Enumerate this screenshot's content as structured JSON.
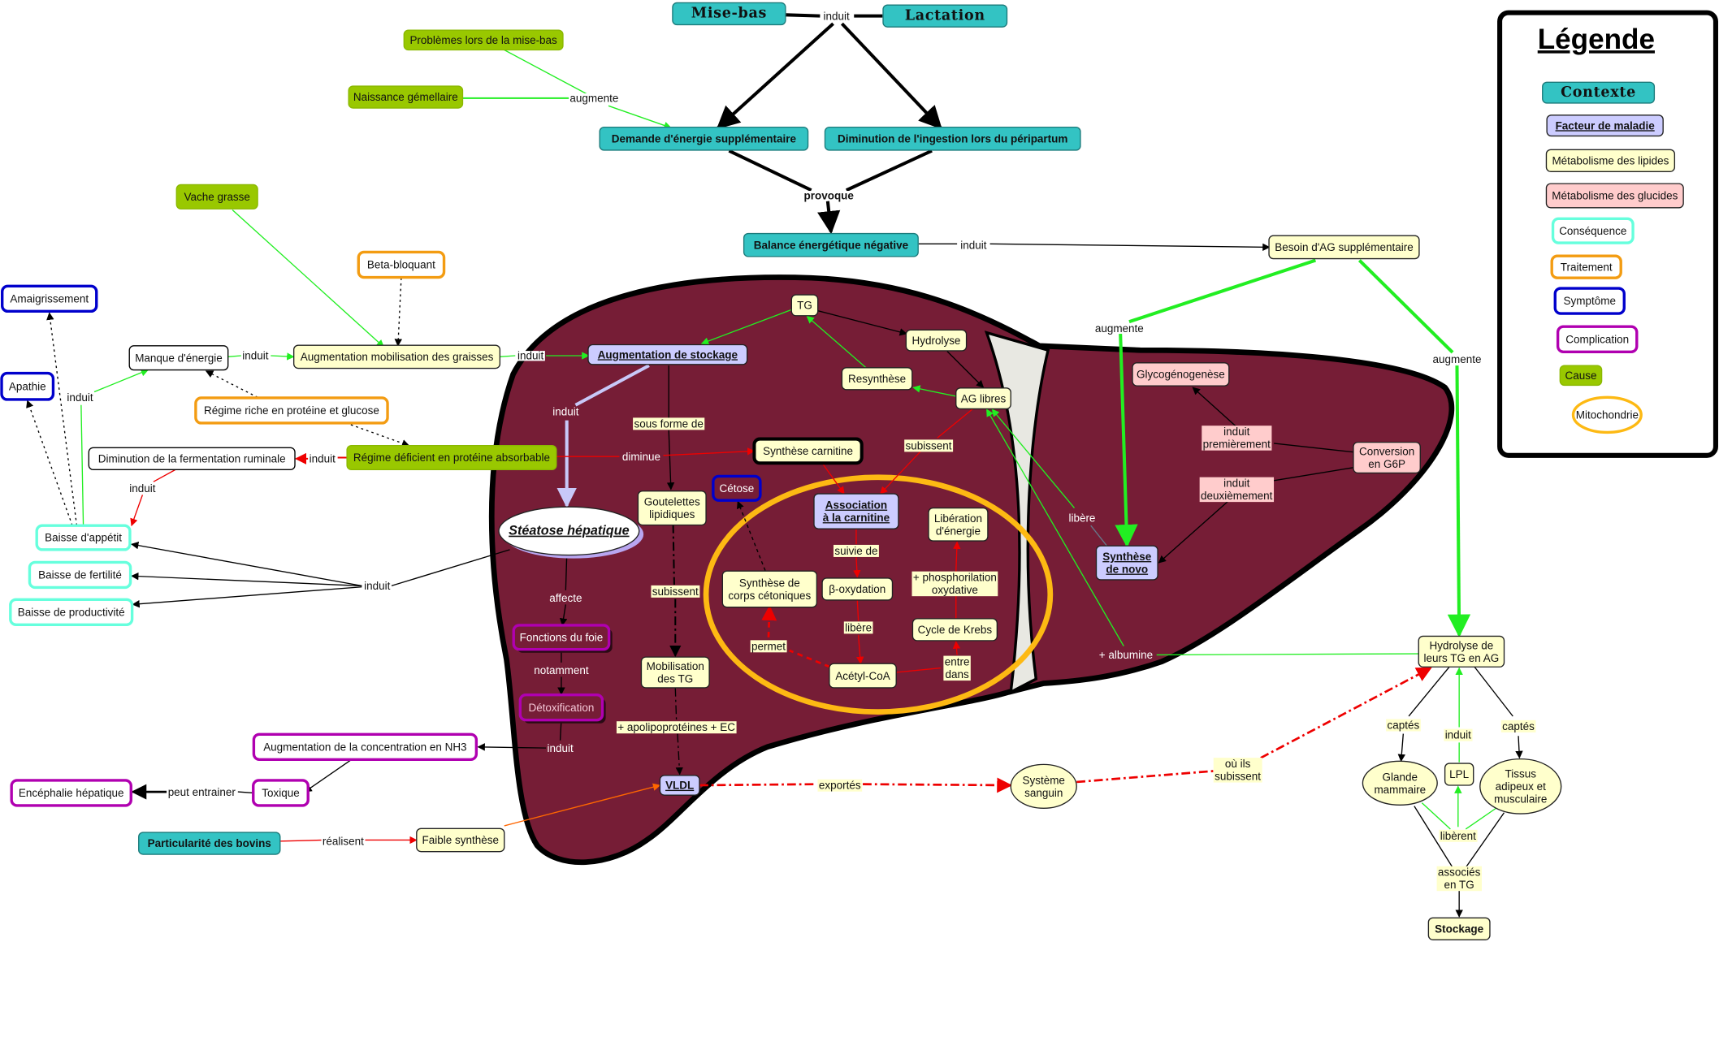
{
  "nodes": {
    "mise_bas": {
      "text": [
        "Mise-bas"
      ],
      "type": "contexte_titre"
    },
    "lactation": {
      "text": [
        "Lactation"
      ],
      "type": "contexte_titre"
    },
    "demande_energie": {
      "text": [
        "Demande d'énergie supplémentaire"
      ],
      "type": "contexte"
    },
    "diminution_ingestion": {
      "text": [
        "Diminution de l'ingestion lors du péripartum"
      ],
      "type": "contexte"
    },
    "balance_energetique": {
      "text": [
        "Balance énergétique négative"
      ],
      "type": "contexte"
    },
    "particularite_bovins": {
      "text": [
        "Particularité des bovins"
      ],
      "type": "contexte"
    },
    "problemes_mise_bas": {
      "text": [
        "Problèmes lors de la mise-bas"
      ],
      "type": "cause"
    },
    "naissance_gemellaire": {
      "text": [
        "Naissance gémellaire"
      ],
      "type": "cause"
    },
    "vache_grasse": {
      "text": [
        "Vache grasse"
      ],
      "type": "cause"
    },
    "regime_deficient": {
      "text": [
        "Régime déficient en protéine absorbable"
      ],
      "type": "cause"
    },
    "beta_bloquant": {
      "text": [
        "Beta-bloquant"
      ],
      "type": "traitement"
    },
    "regime_riche": {
      "text": [
        "Régime riche en protéine et glucose"
      ],
      "type": "traitement"
    },
    "aug_mobilisation": {
      "text": [
        "Augmentation mobilisation des graisses"
      ],
      "type": "lipides"
    },
    "besoin_ag": {
      "text": [
        "Besoin d'AG supplémentaire"
      ],
      "type": "lipides"
    },
    "tg": {
      "text": [
        "TG"
      ],
      "type": "lipides"
    },
    "hydrolyse": {
      "text": [
        "Hydrolyse"
      ],
      "type": "lipides"
    },
    "resynthese": {
      "text": [
        "Resynthèse"
      ],
      "type": "lipides"
    },
    "ag_libres": {
      "text": [
        "AG libres"
      ],
      "type": "lipides"
    },
    "synthese_carnitine": {
      "text": [
        "Synthèse carnitine"
      ],
      "type": "lipides_fort"
    },
    "goutelettes": {
      "text": [
        "Goutelettes",
        "lipidiques"
      ],
      "type": "lipides"
    },
    "synthese_corps": {
      "text": [
        "Synthèse de",
        "corps cétoniques"
      ],
      "type": "lipides"
    },
    "beta_oxydation": {
      "text": [
        "β-oxydation"
      ],
      "type": "lipides"
    },
    "liberation_energie": {
      "text": [
        "Libération",
        "d'énergie"
      ],
      "type": "lipides"
    },
    "cycle_krebs": {
      "text": [
        "Cycle de Krebs"
      ],
      "type": "lipides"
    },
    "acetyl_coa": {
      "text": [
        "Acétyl-CoA"
      ],
      "type": "lipides"
    },
    "mobilisation_tg": {
      "text": [
        "Mobilisation",
        "des TG"
      ],
      "type": "lipides"
    },
    "faible_synthese": {
      "text": [
        "Faible synthèse"
      ],
      "type": "lipides"
    },
    "hydrolyse_leurs_tg": {
      "text": [
        "Hydrolyse de",
        "leurs TG en AG"
      ],
      "type": "lipides"
    },
    "lpl": {
      "text": [
        "LPL"
      ],
      "type": "lipides"
    },
    "stockage": {
      "text": [
        "Stockage"
      ],
      "type": "lipides_gras"
    },
    "systeme_sanguin": {
      "text": [
        "Système",
        "sanguin"
      ],
      "type": "lipides_ellipse"
    },
    "glande_mammaire": {
      "text": [
        "Glande",
        "mammaire"
      ],
      "type": "lipides_ellipse"
    },
    "tissus_adipeux": {
      "text": [
        "Tissus",
        "adipeux et",
        "musculaire"
      ],
      "type": "lipides_ellipse"
    },
    "glycogenogenese": {
      "text": [
        "Glycogénogenèse"
      ],
      "type": "glucides"
    },
    "conversion_g6p": {
      "text": [
        "Conversion",
        "en G6P"
      ],
      "type": "glucides"
    },
    "aug_stockage": {
      "text": [
        "Augmentation de stockage"
      ],
      "type": "facteur"
    },
    "association_carnitine": {
      "text": [
        "Association",
        "à la carnitine"
      ],
      "type": "facteur"
    },
    "vldl": {
      "text": [
        "VLDL"
      ],
      "type": "facteur"
    },
    "synthese_novo": {
      "text": [
        "Synthèse",
        "de novo"
      ],
      "type": "facteur"
    },
    "steatose": {
      "text": [
        "Stéatose hépatique"
      ],
      "type": "steatose"
    },
    "amaigrissement": {
      "text": [
        "Amaigrissement"
      ],
      "type": "symptome"
    },
    "apathie": {
      "text": [
        "Apathie"
      ],
      "type": "symptome"
    },
    "cetose": {
      "text": [
        "Cétose"
      ],
      "type": "symptome_foie"
    },
    "baisse_appetit": {
      "text": [
        "Baisse d'appétit"
      ],
      "type": "consequence"
    },
    "baisse_fertilite": {
      "text": [
        "Baisse de fertilité"
      ],
      "type": "consequence"
    },
    "baisse_productivite": {
      "text": [
        "Baisse de productivité"
      ],
      "type": "consequence"
    },
    "manque_energie": {
      "text": [
        "Manque d'énergie"
      ],
      "type": "neutre"
    },
    "diminution_fermentation": {
      "text": [
        "Diminution de la fermentation ruminale"
      ],
      "type": "neutre"
    },
    "fonctions_foie": {
      "text": [
        "Fonctions du foie"
      ],
      "type": "complication_foie"
    },
    "detoxification": {
      "text": [
        "Détoxification"
      ],
      "type": "complication_foie2"
    },
    "aug_nh3": {
      "text": [
        "Augmentation de la concentration en NH3"
      ],
      "type": "complication"
    },
    "toxique": {
      "text": [
        "Toxique"
      ],
      "type": "complication"
    },
    "encephalie": {
      "text": [
        "Encéphalie hépatique"
      ],
      "type": "complication"
    }
  },
  "links": {
    "induit_mb": {
      "text": [
        "induit"
      ],
      "style": "plain"
    },
    "augmente_1": {
      "text": [
        "augmente"
      ],
      "style": "plain"
    },
    "provoque": {
      "text": [
        "provoque"
      ],
      "style": "plain_bold"
    },
    "induit_bal": {
      "text": [
        "induit"
      ],
      "style": "plain"
    },
    "augmente_2": {
      "text": [
        "augmente"
      ],
      "style": "plain"
    },
    "augmente_3": {
      "text": [
        "augmente"
      ],
      "style": "plain"
    },
    "induit_manque": {
      "text": [
        "induit"
      ],
      "style": "plain"
    },
    "induit_mob": {
      "text": [
        "induit"
      ],
      "style": "plain"
    },
    "induit_appetit": {
      "text": [
        "induit"
      ],
      "style": "plain"
    },
    "induit_stock": {
      "text": [
        "induit"
      ],
      "style": "white"
    },
    "sous_forme": {
      "text": [
        "sous forme de"
      ],
      "style": "yellow"
    },
    "diminue": {
      "text": [
        "diminue"
      ],
      "style": "white"
    },
    "induit_regime": {
      "text": [
        "induit"
      ],
      "style": "plain"
    },
    "induit_ferm": {
      "text": [
        "induit"
      ],
      "style": "plain"
    },
    "subissent_ag": {
      "text": [
        "subissent"
      ],
      "style": "yellow"
    },
    "induit_prem": {
      "text": [
        "induit",
        "premièrement"
      ],
      "style": "pink"
    },
    "induit_deux": {
      "text": [
        "induit",
        "deuxièmement"
      ],
      "style": "pink"
    },
    "libere_novo": {
      "text": [
        "libère"
      ],
      "style": "white"
    },
    "suivie_de": {
      "text": [
        "suivie de"
      ],
      "style": "yellow"
    },
    "phosphorilation": {
      "text": [
        "+ phosphorilation",
        "oxydative"
      ],
      "style": "yellow"
    },
    "subissent_gout": {
      "text": [
        "subissent"
      ],
      "style": "yellow"
    },
    "affecte": {
      "text": [
        "affecte"
      ],
      "style": "white"
    },
    "induit_steatose": {
      "text": [
        "induit"
      ],
      "style": "plain"
    },
    "libere_box": {
      "text": [
        "libère"
      ],
      "style": "yellow"
    },
    "permet": {
      "text": [
        "permet"
      ],
      "style": "yellow"
    },
    "entre_dans": {
      "text": [
        "entre",
        "dans"
      ],
      "style": "yellow"
    },
    "albumine": {
      "text": [
        "+ albumine"
      ],
      "style": "white"
    },
    "notamment": {
      "text": [
        "notamment"
      ],
      "style": "white"
    },
    "apolipo": {
      "text": [
        "+ apolipoprotéines + EC"
      ],
      "style": "yellow"
    },
    "induit_detox": {
      "text": [
        "induit"
      ],
      "style": "white"
    },
    "captes_1": {
      "text": [
        "captés"
      ],
      "style": "yellow"
    },
    "captes_2": {
      "text": [
        "captés"
      ],
      "style": "yellow"
    },
    "induit_lpl": {
      "text": [
        "induit"
      ],
      "style": "yellow"
    },
    "exportes": {
      "text": [
        "exportés"
      ],
      "style": "yellow"
    },
    "ou_ils": {
      "text": [
        "où ils",
        "subissent"
      ],
      "style": "yellow"
    },
    "peut_entrainer": {
      "text": [
        "peut entrainer"
      ],
      "style": "plain"
    },
    "realisent": {
      "text": [
        "réalisent"
      ],
      "style": "plain"
    },
    "liberent": {
      "text": [
        "libèrent"
      ],
      "style": "yellow"
    },
    "associes": {
      "text": [
        "associés",
        "en TG"
      ],
      "style": "yellow"
    }
  },
  "legend": {
    "title": "Légende",
    "items": [
      {
        "label": "Contexte",
        "type": "contexte_titre"
      },
      {
        "label": "Facteur de maladie",
        "type": "facteur"
      },
      {
        "label": "Métabolisme des lipides",
        "type": "lipides"
      },
      {
        "label": "Métabolisme des glucides",
        "type": "glucides"
      },
      {
        "label": "Conséquence",
        "type": "consequence"
      },
      {
        "label": "Traitement",
        "type": "traitement"
      },
      {
        "label": "Symptôme",
        "type": "symptome"
      },
      {
        "label": "Complication",
        "type": "complication"
      },
      {
        "label": "Cause",
        "type": "cause"
      },
      {
        "label": "Mitochondrie",
        "type": "mitochondrie"
      }
    ]
  },
  "colors": {
    "contexte": "#33c3c3",
    "cause": "#99c800",
    "traitement": "#f39c12",
    "lipides": "#ffffcc",
    "glucides": "#ffcccc",
    "facteur": "#ccccff",
    "symptome": "#0000cc",
    "consequence": "#66ffdd",
    "complication": "#b000b0",
    "mitochondrie": "#fdb913",
    "foie": "#761d36",
    "ligament": "#e8e8e2"
  }
}
